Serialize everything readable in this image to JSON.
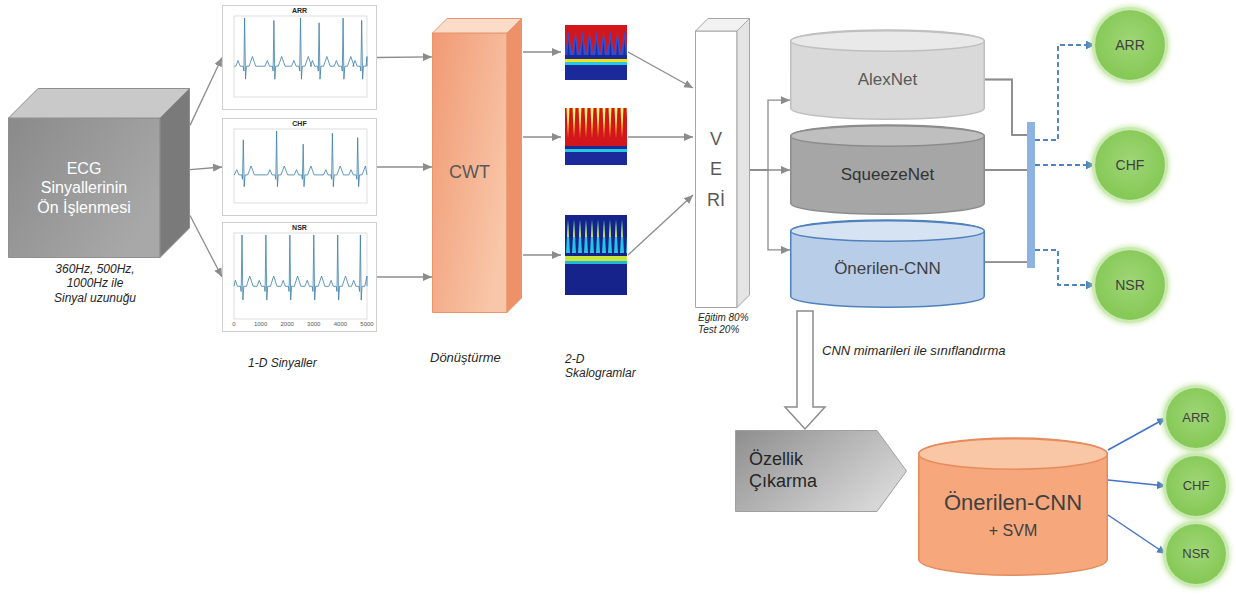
{
  "diagram": {
    "nodes": [
      {
        "text": [
          "ECG Sinyallerinin Ön İşlenmesi"
        ]
      },
      {
        "text": [
          "ARR"
        ]
      },
      {
        "text": [
          "CHF"
        ]
      },
      {
        "text": [
          "NSR"
        ]
      },
      {
        "text": [
          "CWT"
        ]
      },
      {
        "text": [
          "VERİ"
        ]
      },
      {
        "text": [
          "AlexNet"
        ]
      },
      {
        "text": [
          "SqueezeNet"
        ]
      },
      {
        "text": [
          "Önerilen-CNN"
        ]
      },
      {
        "text": [
          "ARR"
        ]
      },
      {
        "text": [
          "CHF"
        ]
      },
      {
        "text": [
          "NSR"
        ]
      },
      {
        "text": [
          "Özellik Çıkarma"
        ]
      },
      {
        "text": [
          "Önerilen-CNN",
          "+ SVM"
        ]
      },
      {
        "text": [
          "ARR"
        ]
      },
      {
        "text": [
          "CHF"
        ]
      },
      {
        "text": [
          "NSR"
        ]
      }
    ],
    "edges": [
      {
        "from": 0,
        "to": 1,
        "arrow": "to"
      },
      {
        "from": 0,
        "to": 2,
        "arrow": "to"
      },
      {
        "from": 0,
        "to": 3,
        "arrow": "to"
      },
      {
        "from": 1,
        "to": 4,
        "arrow": "to"
      },
      {
        "from": 2,
        "to": 4,
        "arrow": "to"
      },
      {
        "from": 3,
        "to": 4,
        "arrow": "to"
      },
      {
        "from": 5,
        "to": 6,
        "arrow": "to"
      },
      {
        "from": 5,
        "to": 7,
        "arrow": "to"
      },
      {
        "from": 5,
        "to": 8,
        "arrow": "to"
      },
      {
        "from": 6,
        "to": 9,
        "arrow": "to"
      },
      {
        "from": 6,
        "to": 10,
        "arrow": "to"
      },
      {
        "from": 6,
        "to": 11,
        "arrow": "to"
      },
      {
        "from": 7,
        "to": 9,
        "arrow": "to"
      },
      {
        "from": 7,
        "to": 10,
        "arrow": "to"
      },
      {
        "from": 7,
        "to": 11,
        "arrow": "to"
      },
      {
        "from": 8,
        "to": 9,
        "arrow": "to"
      },
      {
        "from": 8,
        "to": 10,
        "arrow": "to"
      },
      {
        "from": 8,
        "to": 11,
        "arrow": "to"
      },
      {
        "from": 8,
        "to": 12,
        "arrow": "to"
      },
      {
        "from": 13,
        "to": 14,
        "arrow": "to"
      },
      {
        "from": 13,
        "to": 15,
        "arrow": "to"
      },
      {
        "from": 13,
        "to": 16,
        "arrow": "to"
      }
    ],
    "labels": [
      "360Hz, 500Hz, 1000Hz ile Sinyal uzunuğu",
      "1-D Sinyaller",
      "Dönüştürme",
      "2-D Skalogramlar",
      "Eğitim 80%",
      "Test 20%",
      "CNN mimarileri ile sınıflandırma",
      "0",
      "1000",
      "2000",
      "3000",
      "4000",
      "5000"
    ]
  }
}
